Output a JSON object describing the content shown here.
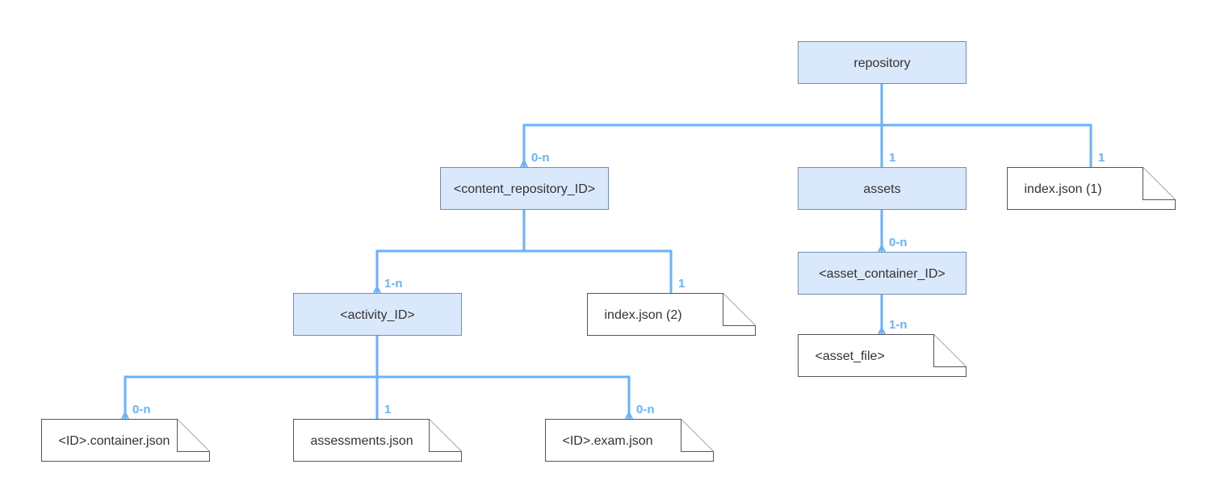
{
  "colors": {
    "node_fill": "#dae8fc",
    "node_stroke": "#6c8ebf",
    "file_stroke": "#555555",
    "edge": "#66b2ff",
    "text": "#333333"
  },
  "nodes": {
    "repository": {
      "label": "repository",
      "shape": "box"
    },
    "content_repository": {
      "label": "<content_repository_ID>",
      "shape": "box"
    },
    "assets": {
      "label": "assets",
      "shape": "box"
    },
    "index_1": {
      "label": "index.json (1)",
      "shape": "file"
    },
    "activity": {
      "label": "<activity_ID>",
      "shape": "box"
    },
    "index_2": {
      "label": "index.json (2)",
      "shape": "file"
    },
    "asset_container": {
      "label": "<asset_container_ID>",
      "shape": "box"
    },
    "asset_file": {
      "label": "<asset_file>",
      "shape": "file"
    },
    "container_json": {
      "label": "<ID>.container.json",
      "shape": "file"
    },
    "assessments_json": {
      "label": "assessments.json",
      "shape": "file"
    },
    "exam_json": {
      "label": "<ID>.exam.json",
      "shape": "file"
    }
  },
  "edges": [
    {
      "from": "repository",
      "to": "content_repository",
      "cardinality": "0-n",
      "many": true
    },
    {
      "from": "repository",
      "to": "assets",
      "cardinality": "1",
      "many": false
    },
    {
      "from": "repository",
      "to": "index_1",
      "cardinality": "1",
      "many": false
    },
    {
      "from": "content_repository",
      "to": "activity",
      "cardinality": "1-n",
      "many": true
    },
    {
      "from": "content_repository",
      "to": "index_2",
      "cardinality": "1",
      "many": false
    },
    {
      "from": "assets",
      "to": "asset_container",
      "cardinality": "0-n",
      "many": true
    },
    {
      "from": "asset_container",
      "to": "asset_file",
      "cardinality": "1-n",
      "many": true
    },
    {
      "from": "activity",
      "to": "container_json",
      "cardinality": "0-n",
      "many": true
    },
    {
      "from": "activity",
      "to": "assessments_json",
      "cardinality": "1",
      "many": false
    },
    {
      "from": "activity",
      "to": "exam_json",
      "cardinality": "0-n",
      "many": true
    }
  ]
}
